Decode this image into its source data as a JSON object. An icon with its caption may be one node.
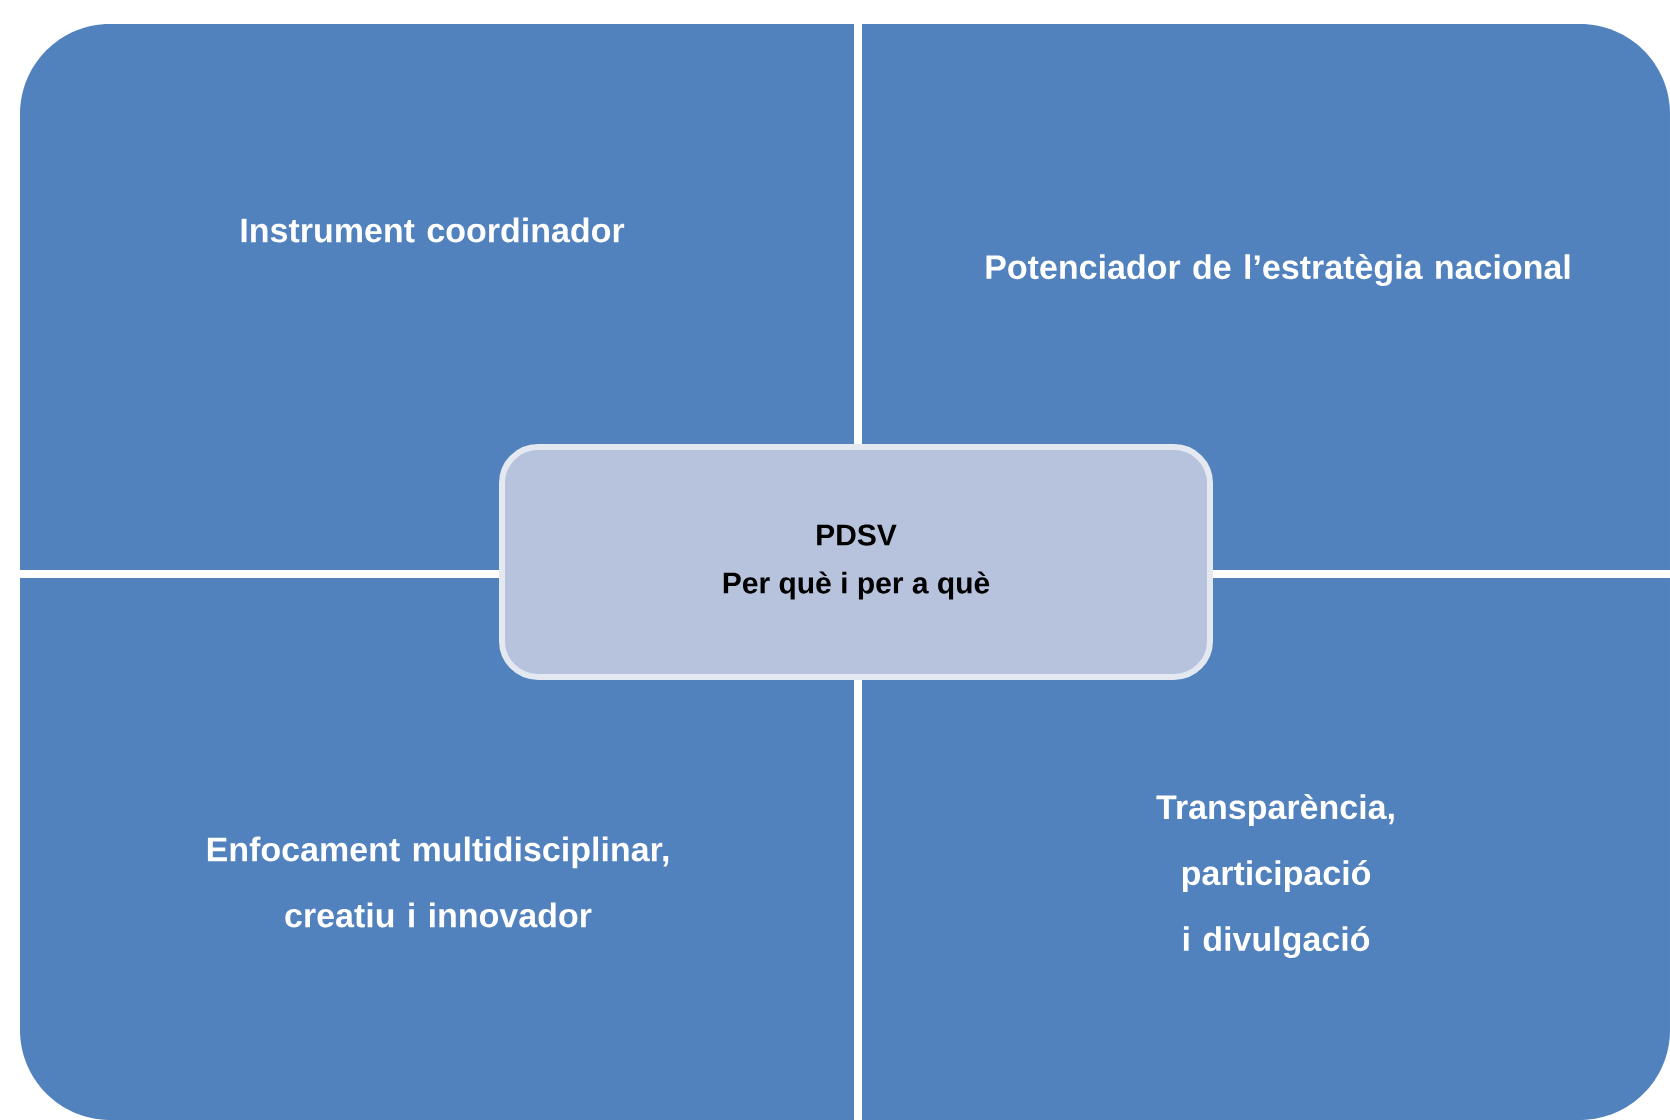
{
  "diagram": {
    "nodes": [
      {
        "text": [
          "Instrument coordinador"
        ]
      },
      {
        "text": [
          "Potenciador de l’estratègia nacional"
        ]
      },
      {
        "text": [
          "Enfocament multidisciplinar, creatiu i innovador"
        ]
      },
      {
        "text": [
          "Transparència, participació i divulgació"
        ]
      },
      {
        "text": [
          "PDSV",
          "Per què i per a què"
        ]
      }
    ]
  }
}
